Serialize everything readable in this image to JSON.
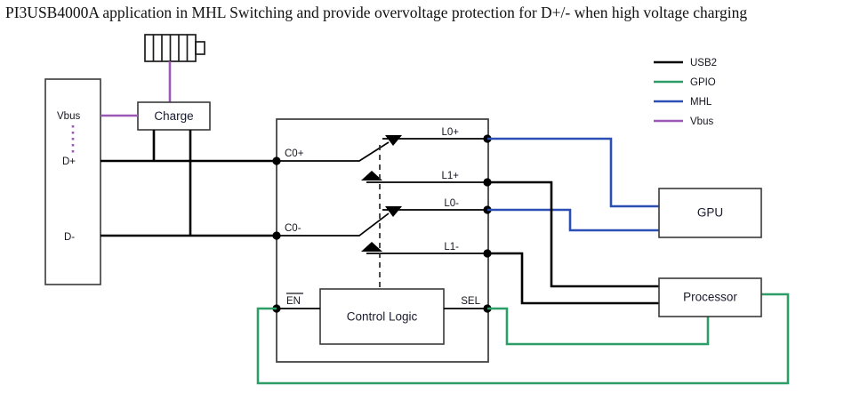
{
  "title": "PI3USB4000A application in MHL Switching and provide overvoltage protection for D+/- when high voltage charging",
  "legend": {
    "items": [
      {
        "label": "USB2",
        "color": "#000000",
        "icon": "line-swatch-icon"
      },
      {
        "label": "GPIO",
        "color": "#2e9e68",
        "icon": "line-swatch-icon"
      },
      {
        "label": "MHL",
        "color": "#2b4fb5",
        "icon": "line-swatch-icon"
      },
      {
        "label": "Vbus",
        "color": "#9b59b6",
        "icon": "line-swatch-icon"
      }
    ]
  },
  "blocks": {
    "connector": {
      "name": "usb-connector",
      "pins": [
        "Vbus",
        "D+",
        "D-"
      ]
    },
    "charge": {
      "label": "Charge"
    },
    "battery": {
      "icon": "battery-icon",
      "segments": 6
    },
    "switch_ic": {
      "left_pins": [
        "C0+",
        "C0-"
      ],
      "right_pins": [
        "L0+",
        "L1+",
        "L0-",
        "L1-"
      ],
      "enable_pin": "EN",
      "enable_overline": true,
      "select_pin": "SEL",
      "control_logic_label": "Control Logic"
    },
    "gpu": {
      "label": "GPU"
    },
    "processor": {
      "label": "Processor"
    }
  },
  "nets": [
    {
      "from": "Vbus",
      "to": "Charge",
      "type": "Vbus"
    },
    {
      "from": "Battery",
      "to": "Charge",
      "type": "Vbus"
    },
    {
      "from": "D+",
      "to": "C0+",
      "type": "USB2"
    },
    {
      "from": "D-",
      "to": "C0-",
      "type": "USB2"
    },
    {
      "from": "L0+",
      "to": "GPU",
      "type": "MHL"
    },
    {
      "from": "L0-",
      "to": "GPU",
      "type": "MHL"
    },
    {
      "from": "L1+",
      "to": "Processor",
      "type": "USB2"
    },
    {
      "from": "L1-",
      "to": "Processor",
      "type": "USB2"
    },
    {
      "from": "SEL",
      "to": "Processor",
      "type": "GPIO"
    },
    {
      "from": "EN",
      "to": "Processor",
      "type": "GPIO"
    }
  ]
}
